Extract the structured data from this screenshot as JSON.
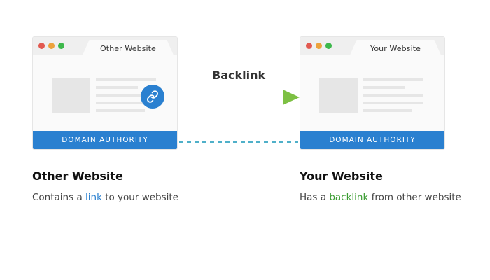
{
  "left_browser": {
    "tab_title": "Other Website",
    "footer_label": "DOMAIN AUTHORITY",
    "badge_icon": "link-icon"
  },
  "right_browser": {
    "tab_title": "Your Website",
    "footer_label": "DOMAIN AUTHORITY"
  },
  "connector": {
    "label": "Backlink",
    "gradient_start": "#2a80d0",
    "gradient_end": "#7dc043",
    "dashed_color": "#4fb0c9"
  },
  "left_caption": {
    "title": "Other Website",
    "body_before": "Contains a ",
    "body_highlight": "link",
    "body_after": " to your website"
  },
  "right_caption": {
    "title": "Your Website",
    "body_before": "Has a ",
    "body_highlight": "backlink",
    "body_after": " from other website"
  },
  "colors": {
    "accent_blue": "#2a80d0",
    "accent_green": "#3b9c32"
  }
}
